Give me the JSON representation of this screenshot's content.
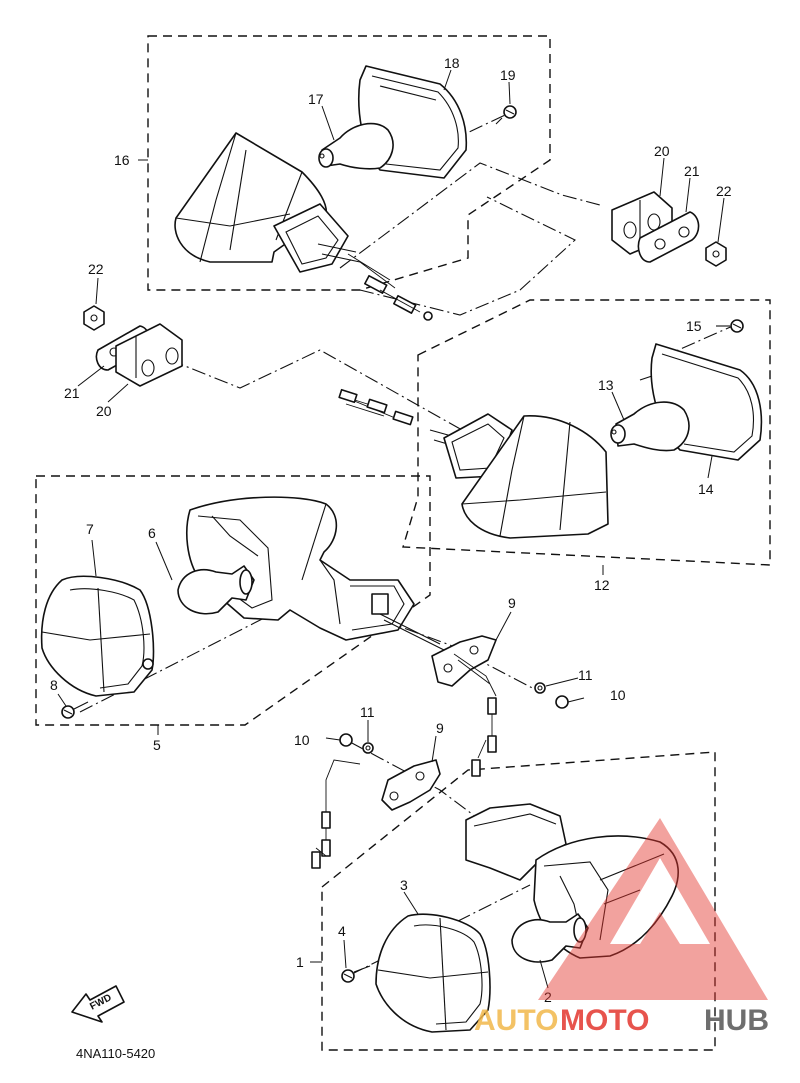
{
  "labels": {
    "l1": "1",
    "l2": "2",
    "l3": "3",
    "l4": "4",
    "l5": "5",
    "l6": "6",
    "l7": "7",
    "l8": "8",
    "l9a": "9",
    "l9b": "9",
    "l10a": "10",
    "l10b": "10",
    "l11a": "11",
    "l11b": "11",
    "l12": "12",
    "l13": "13",
    "l14": "14",
    "l15": "15",
    "l16": "16",
    "l17": "17",
    "l18": "18",
    "l19": "19",
    "l20a": "20",
    "l20b": "20",
    "l21a": "21",
    "l21b": "21",
    "l22a": "22",
    "l22b": "22"
  },
  "diagram_code": "4NA110-5420",
  "fwd_label": "FWD",
  "watermark": {
    "word_a": "AUTO",
    "word_b": "MOTO",
    "word_c": "HUB",
    "color_a": "#f2b84b",
    "color_b": "#e3372f",
    "color_c": "#555555"
  }
}
